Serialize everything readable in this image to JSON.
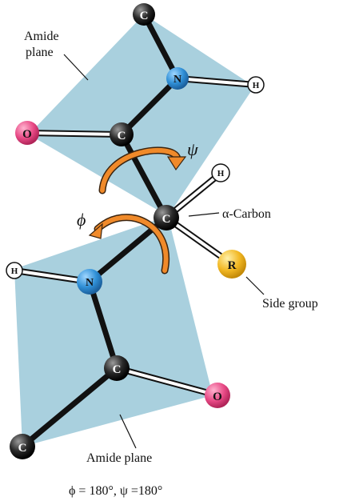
{
  "labels": {
    "amide_plane_top_line1": "Amide",
    "amide_plane_top_line2": "plane",
    "amide_plane_bottom": "Amide plane",
    "alpha_carbon": "α-Carbon",
    "side_group": "Side group",
    "psi_symbol": "ψ",
    "phi_symbol": "ϕ",
    "caption": "ϕ = 180°, ψ =180°"
  },
  "atoms": {
    "carbon_top": "C",
    "nitrogen_top": "N",
    "hydrogen_top": "H",
    "oxygen_top": "O",
    "carbon_carbonyl_top": "C",
    "hydrogen_alpha": "H",
    "alpha_carbon": "C",
    "side_group_r": "R",
    "hydrogen_bottom": "H",
    "nitrogen_bottom": "N",
    "carbon_carbonyl_bottom": "C",
    "oxygen_bottom": "O",
    "carbon_bottom": "C"
  },
  "colors": {
    "plane": "#a9d0de",
    "carbon": "#222222",
    "nitrogen": "#2f8fd6",
    "oxygen": "#e84a86",
    "hydrogen": "#ffffff",
    "side_group": "#f2b824",
    "arrow": "#f08a2a",
    "bond": "#111111"
  }
}
